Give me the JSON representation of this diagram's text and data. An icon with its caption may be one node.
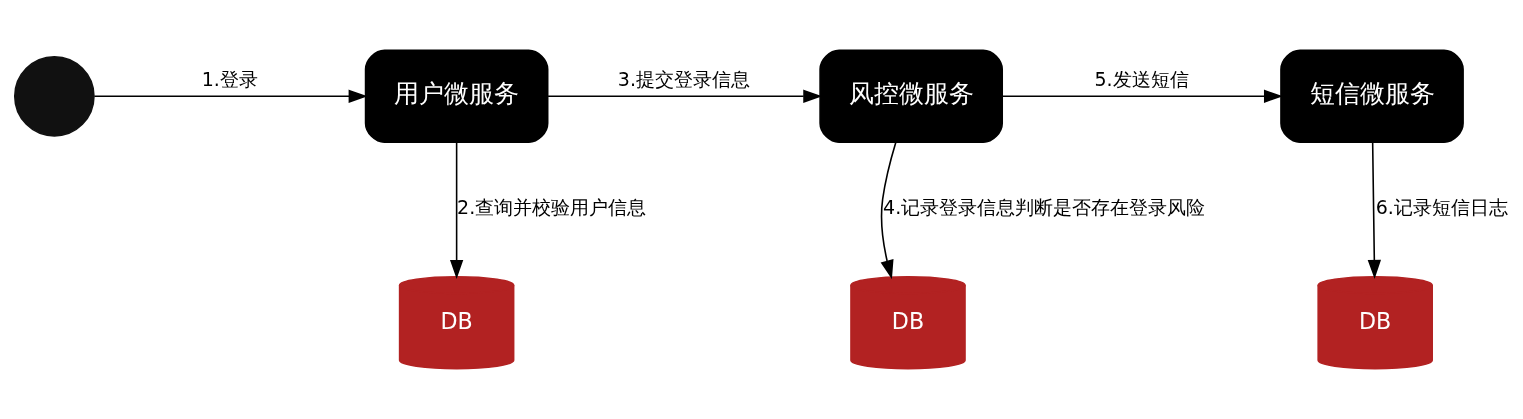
{
  "diagram": {
    "nodes": [
      {
        "text": [],
        "shape": "person"
      },
      {
        "text": [
          "用户微服务"
        ]
      },
      {
        "text": [
          "风控微服务"
        ]
      },
      {
        "text": [
          "短信微服务"
        ]
      },
      {
        "text": [
          "DB"
        ]
      },
      {
        "text": [
          "DB"
        ]
      },
      {
        "text": [
          "DB"
        ]
      }
    ],
    "edges": [
      {
        "from": 0,
        "to": 1,
        "arrow": "to",
        "label": "1.登录"
      },
      {
        "from": 1,
        "to": 4,
        "arrow": "to",
        "label": "2.查询并校验用户信息"
      },
      {
        "from": 1,
        "to": 2,
        "arrow": "to",
        "label": "3.提交登录信息"
      },
      {
        "from": 2,
        "to": 5,
        "arrow": "to",
        "label": "4.记录登录信息判断是否存在登录风险"
      },
      {
        "from": 2,
        "to": 3,
        "arrow": "to",
        "label": "5.发送短信"
      },
      {
        "from": 3,
        "to": 6,
        "arrow": "to",
        "label": "6.记录短信日志"
      }
    ]
  }
}
